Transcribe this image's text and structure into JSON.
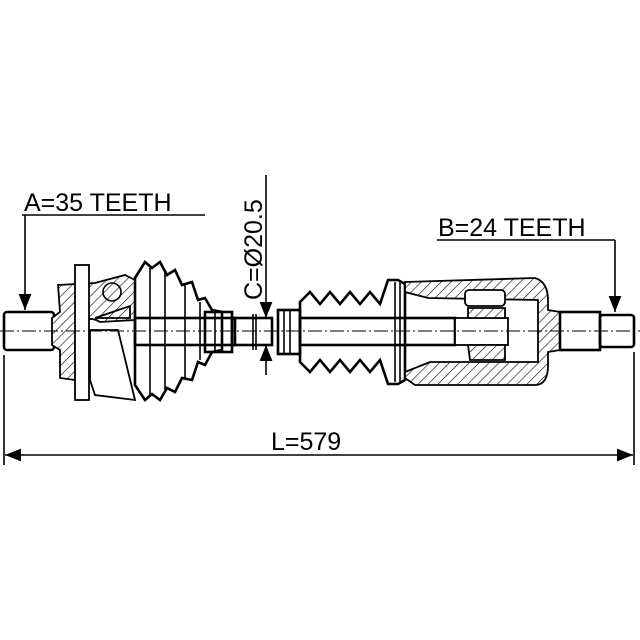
{
  "labels": {
    "spline_a": "A=35 TEETH",
    "spline_b": "B=24 TEETH",
    "shaft_diameter": "C=Ø20.5",
    "length": "L=579"
  },
  "colors": {
    "line": "#000000",
    "background": "#ffffff"
  }
}
